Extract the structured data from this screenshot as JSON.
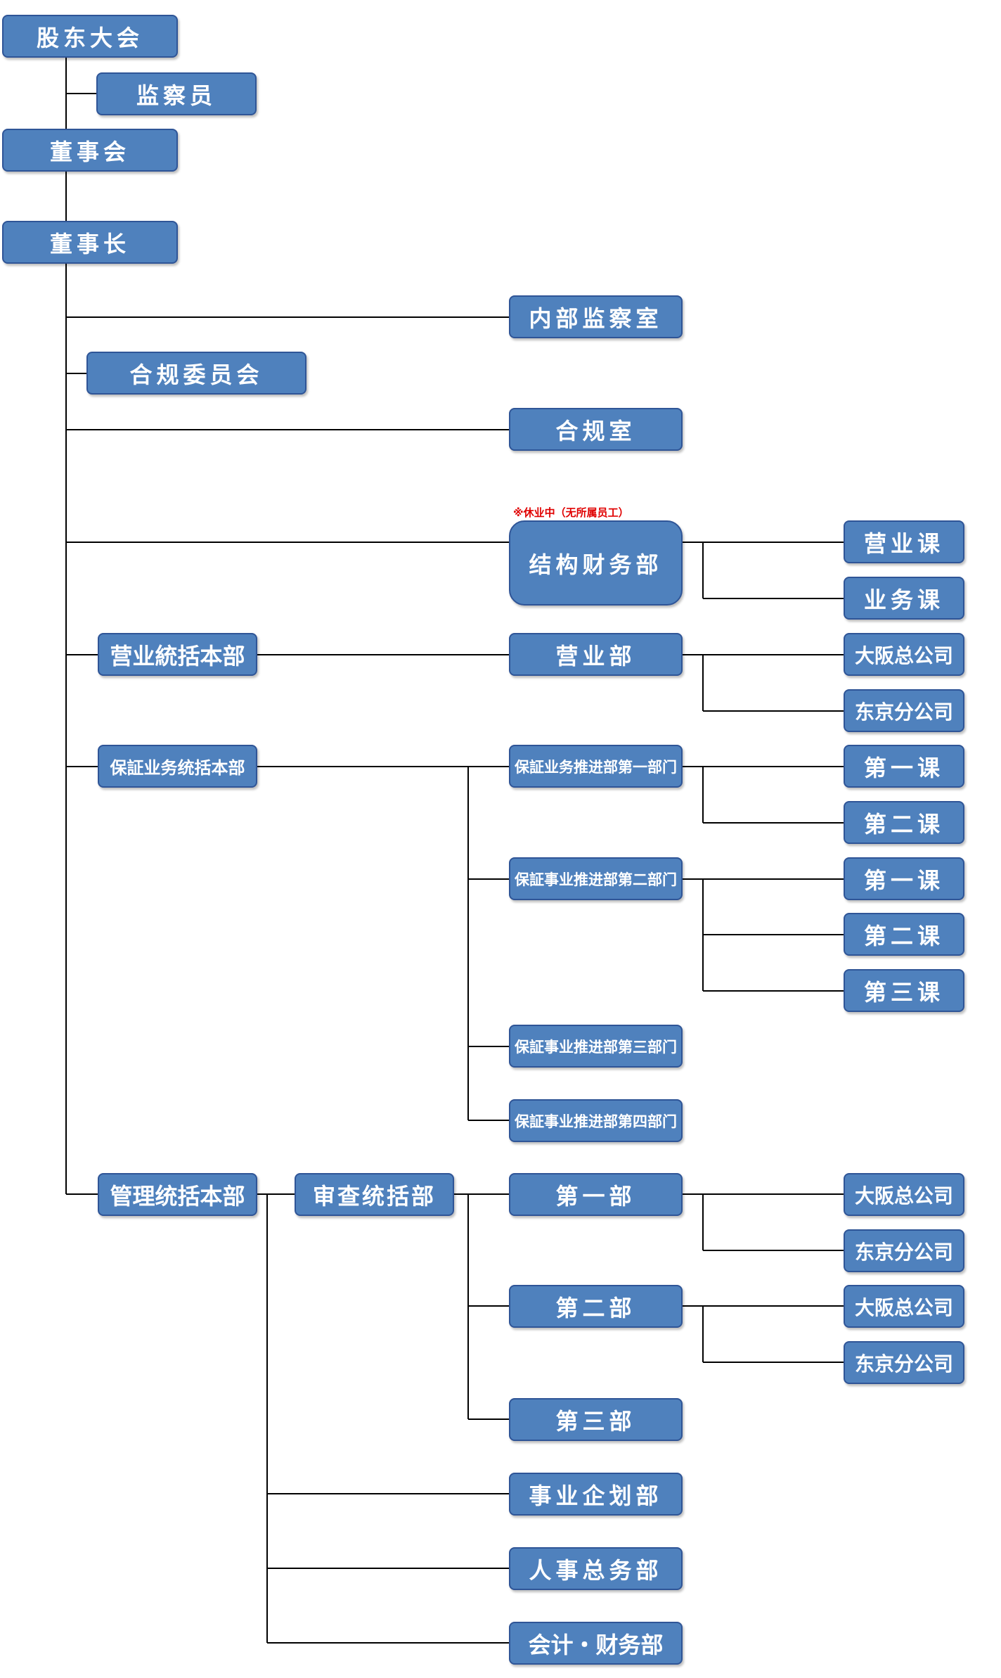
{
  "boxes": {
    "shareholders_meeting": "股东大会",
    "auditor": "监察员",
    "board": "董事会",
    "chairman": "董事长",
    "internal_audit": "内部监察室",
    "compliance_committee": "合规委员会",
    "compliance_office": "合规室",
    "structured_finance": "结构财务部",
    "structured_finance_note": "※休业中（无所属员工）",
    "sales_division": "营业統括本部",
    "sales_dept": "营业部",
    "sales_section": "营业课",
    "business_section": "业务课",
    "sales_osaka": "大阪总公司",
    "sales_tokyo": "东京分公司",
    "guarantee_division": "保証业务统括本部",
    "guarantee_dept1": "保証业务推进部第一部门",
    "guarantee_dept1_section1": "第一课",
    "guarantee_dept1_section2": "第二课",
    "guarantee_dept2": "保証事业推进部第二部门",
    "guarantee_dept2_section1": "第一课",
    "guarantee_dept2_section2": "第二课",
    "guarantee_dept2_section3": "第三课",
    "guarantee_dept3": "保証事业推进部第三部门",
    "guarantee_dept4": "保証事业推进部第四部门",
    "management_division": "管理统括本部",
    "review_dept": "审查统括部",
    "review_dept1": "第一部",
    "review_dept1_osaka": "大阪总公司",
    "review_dept1_tokyo": "东京分公司",
    "review_dept2": "第二部",
    "review_dept2_osaka": "大阪总公司",
    "review_dept2_tokyo": "东京分公司",
    "review_dept3": "第三部",
    "business_planning": "事业企划部",
    "hr_general_affairs": "人事总务部",
    "accounting_finance": "会计・财务部"
  },
  "colors": {
    "box_fill": "#4f81bd",
    "box_border": "#2f5597",
    "box_text": "#ffffff",
    "connector": "#000000",
    "note_text": "#e00000"
  }
}
